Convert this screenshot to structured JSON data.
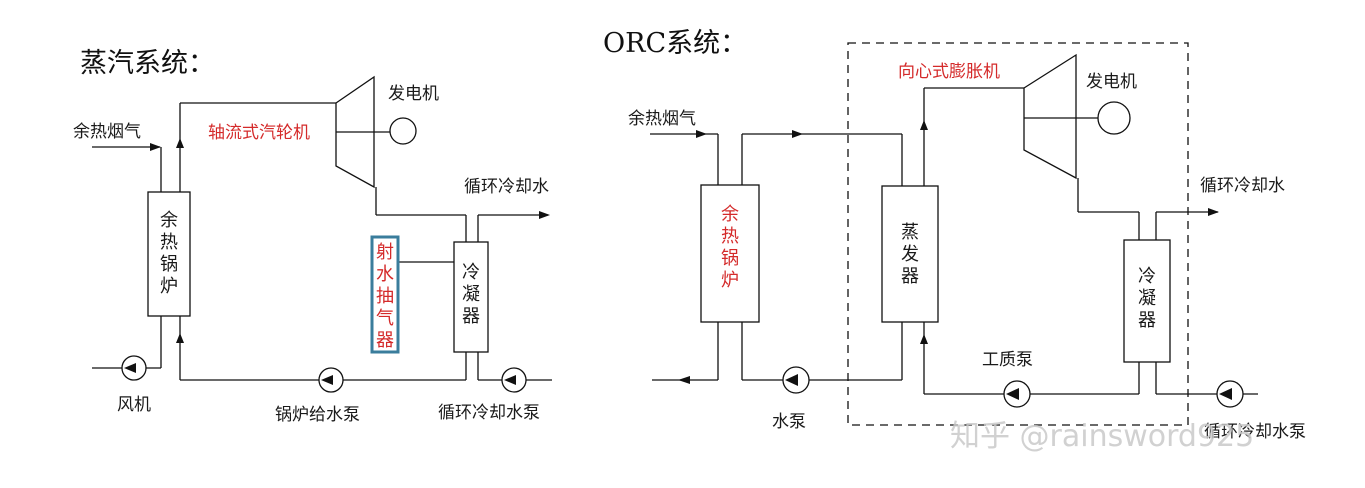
{
  "steam": {
    "title": "蒸汽系统：",
    "flue_gas": "余热烟气",
    "boiler": [
      "余",
      "热",
      "锅",
      "炉"
    ],
    "turbine": "轴流式汽轮机",
    "generator": "发电机",
    "cooling_water": "循环冷却水",
    "ejector": [
      "射",
      "水",
      "抽",
      "气",
      "器"
    ],
    "condenser": [
      "冷",
      "凝",
      "器"
    ],
    "fan": "风机",
    "feed_pump": "锅炉给水泵",
    "cooling_pump": "循环冷却水泵"
  },
  "orc": {
    "title": "ORC系统：",
    "flue_gas": "余热烟气",
    "boiler": [
      "余",
      "热",
      "锅",
      "炉"
    ],
    "expander": "向心式膨胀机",
    "generator": "发电机",
    "cooling_water": "循环冷却水",
    "evaporator": [
      "蒸",
      "发",
      "器"
    ],
    "condenser": [
      "冷",
      "凝",
      "器"
    ],
    "water_pump": "水泵",
    "working_pump": "工质泵",
    "cooling_pump": "循环冷却水泵"
  },
  "watermark": "知乎 @rainsword925",
  "colors": {
    "line": "#111111",
    "red_label": "#d42a2a",
    "ejector_border": "#3a7d9c"
  }
}
